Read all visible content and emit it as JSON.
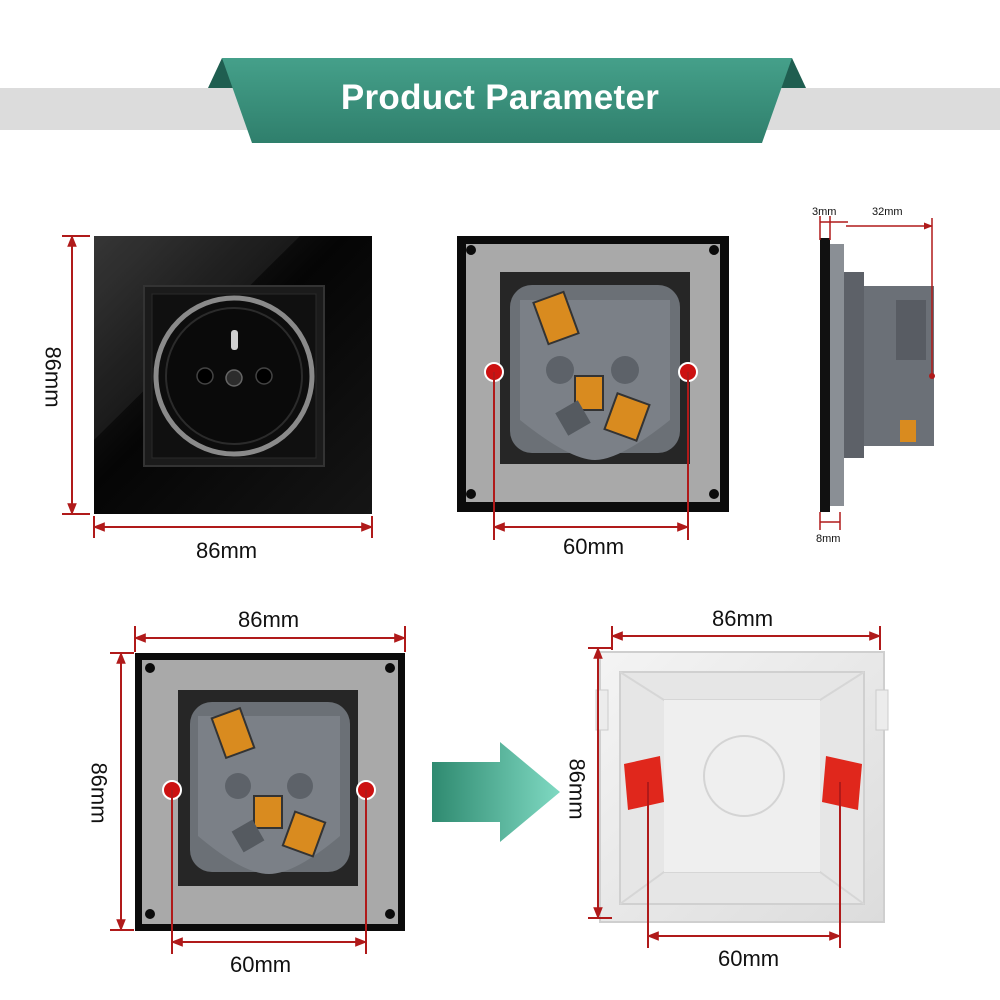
{
  "header": {
    "title": "Product Parameter",
    "accent_color": "#3b8a78",
    "strip_color": "#dcdcdc"
  },
  "dimension_color": "#b01a1a",
  "views": {
    "front": {
      "width_label": "86mm",
      "height_label": "86mm"
    },
    "back": {
      "mount_label": "60mm"
    },
    "side": {
      "glass_label": "3mm",
      "depth_label": "32mm",
      "plate_label": "8mm"
    },
    "back_full": {
      "width_label": "86mm",
      "height_label": "86mm",
      "mount_label": "60mm"
    },
    "box": {
      "width_label": "86mm",
      "height_label": "86mm",
      "mount_label": "60mm"
    }
  },
  "icons": [
    "arrow-right-icon",
    "socket-front-icon",
    "socket-back-icon",
    "socket-side-icon",
    "mounting-box-icon"
  ]
}
